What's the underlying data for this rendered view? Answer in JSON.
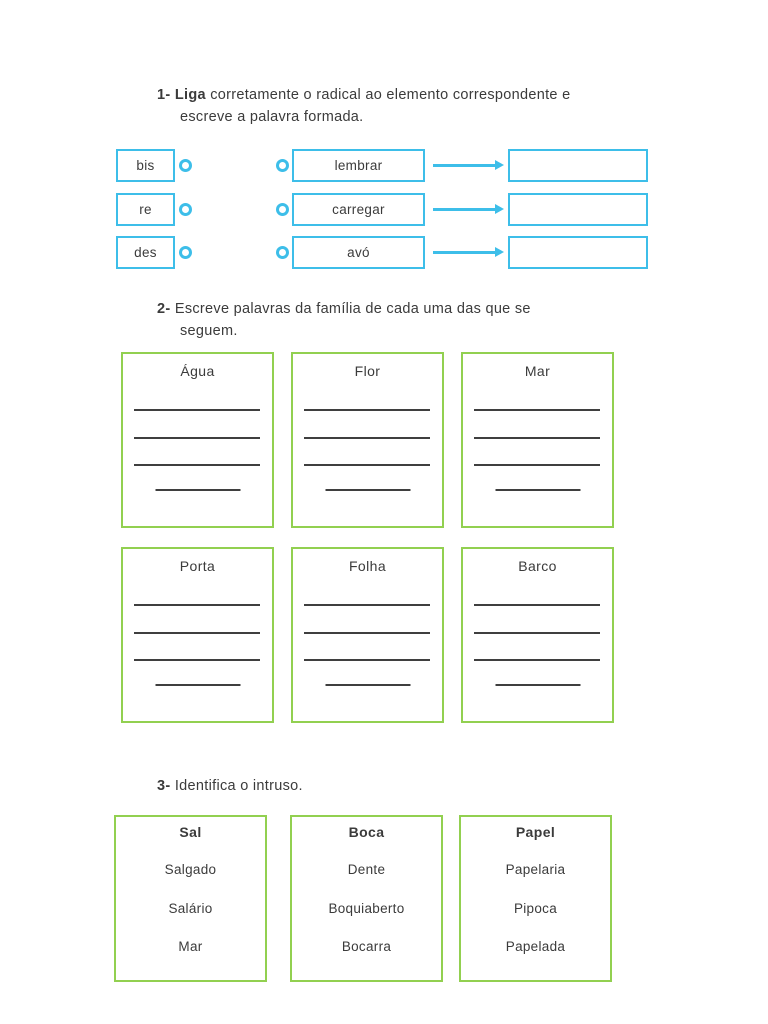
{
  "colors": {
    "cyan": "#3dbee9",
    "green": "#92d050",
    "text": "#3b3b3b",
    "write_line": "#3f3f3f"
  },
  "exercise1": {
    "number": "1-",
    "title_bold": "Liga",
    "title_rest": " corretamente o radical ao elemento correspondente e",
    "title_line2": "escreve a palavra formada.",
    "rows": [
      {
        "prefix": "bis",
        "word": "lembrar",
        "answer": ""
      },
      {
        "prefix": "re",
        "word": "carregar",
        "answer": ""
      },
      {
        "prefix": "des",
        "word": "avó",
        "answer": ""
      }
    ]
  },
  "exercise2": {
    "number": "2-",
    "title_line1": "Escreve palavras da família de cada uma das que se",
    "title_line2": "seguem.",
    "boxes": [
      {
        "title": "Água"
      },
      {
        "title": "Flor"
      },
      {
        "title": "Mar"
      },
      {
        "title": "Porta"
      },
      {
        "title": "Folha"
      },
      {
        "title": "Barco"
      }
    ]
  },
  "exercise3": {
    "number": "3-",
    "title": "Identifica o intruso.",
    "boxes": [
      {
        "title": "Sal",
        "words": [
          "Salgado",
          "Salário",
          "Mar"
        ]
      },
      {
        "title": "Boca",
        "words": [
          "Dente",
          "Boquiaberto",
          "Bocarra"
        ]
      },
      {
        "title": "Papel",
        "words": [
          "Papelaria",
          "Pipoca",
          "Papelada"
        ]
      }
    ]
  }
}
